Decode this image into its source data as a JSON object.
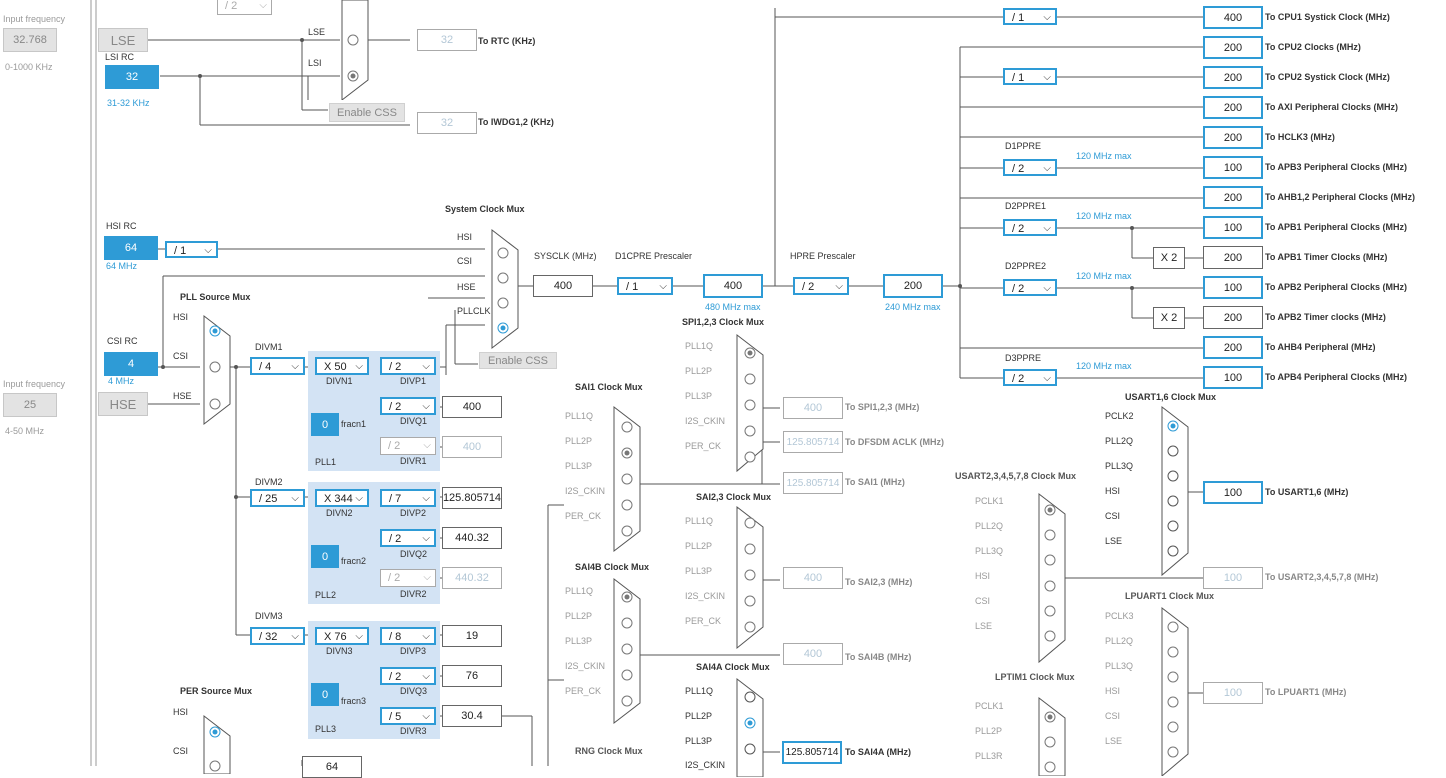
{
  "left_panel": {
    "lse_input_label": "Input frequency",
    "lse_input_value": "32.768",
    "lse_range": "0-1000 KHz",
    "lse_label": "LSE",
    "lsi_rc_label": "LSI RC",
    "lsi_value": "32",
    "lsi_range": "31-32 KHz",
    "hsi_rc_label": "HSI RC",
    "hsi_value": "64",
    "hsi_range": "64 MHz",
    "hsi_div": "/ 1",
    "csi_rc_label": "CSI RC",
    "csi_value": "4",
    "csi_range": "4 MHz",
    "hse_input_label": "Input frequency",
    "hse_input_value": "25",
    "hse_range": "4-50 MHz",
    "hse_label": "HSE",
    "top_div": "/ 2"
  },
  "rtc": {
    "lse_line": "LSE",
    "lsi_line": "LSI",
    "enable_css": "Enable CSS",
    "rtc_value": "32",
    "rtc_dest": "To RTC (KHz)",
    "iwdg_value": "32",
    "iwdg_dest": "To IWDG1,2 (KHz)"
  },
  "sysmux": {
    "title": "System Clock Mux",
    "inputs": [
      "HSI",
      "CSI",
      "HSE",
      "PLLCLK"
    ],
    "enable_css": "Enable CSS",
    "sysclk_label": "SYSCLK (MHz)",
    "sysclk_value": "400",
    "d1cpre_label": "D1CPRE Prescaler",
    "d1cpre_value": "/ 1",
    "cpu_value": "400",
    "cpu_max": "480 MHz max",
    "hpre_label": "HPRE Prescaler",
    "hpre_value": "/ 2",
    "hclk_value": "200",
    "hclk_max": "240 MHz max"
  },
  "pll_source": {
    "title": "PLL Source Mux",
    "inputs": [
      "HSI",
      "CSI",
      "HSE"
    ]
  },
  "plls": [
    {
      "divm_label": "DIVM1",
      "divm": "/ 4",
      "divn": "X 50",
      "divn_label": "DIVN1",
      "divp": "/ 2",
      "divp_label": "DIVP1",
      "divq": "/ 2",
      "divq_label": "DIVQ1",
      "divq_out": "400",
      "divr": "/ 2",
      "divr_label": "DIVR1",
      "divr_out": "400",
      "fracn": "0",
      "fracn_label": "fracn1",
      "name": "PLL1"
    },
    {
      "divm_label": "DIVM2",
      "divm": "/ 25",
      "divn": "X 344",
      "divn_label": "DIVN2",
      "divp": "/ 7",
      "divp_label": "DIVP2",
      "divp_out": "125.805714",
      "divq": "/ 2",
      "divq_label": "DIVQ2",
      "divq_out": "440.32",
      "divr": "/ 2",
      "divr_label": "DIVR2",
      "divr_out": "440.32",
      "fracn": "0",
      "fracn_label": "fracn2",
      "name": "PLL2"
    },
    {
      "divm_label": "DIVM3",
      "divm": "/ 32",
      "divn": "X 76",
      "divn_label": "DIVN3",
      "divp": "/ 8",
      "divp_label": "DIVP3",
      "divp_out": "19",
      "divq": "/ 2",
      "divq_label": "DIVQ3",
      "divq_out": "76",
      "divr": "/ 5",
      "divr_label": "DIVR3",
      "divr_out": "30.4",
      "fracn": "0",
      "fracn_label": "fracn3",
      "name": "PLL3"
    }
  ],
  "per_source": {
    "title": "PER Source Mux",
    "inputs": [
      "HSI",
      "CSI"
    ],
    "value": "64"
  },
  "domain_outputs": [
    {
      "div": "/ 1",
      "value": "400",
      "dest": "To CPU1 Systick Clock (MHz)"
    },
    {
      "value": "200",
      "dest": "To CPU2 Clocks (MHz)"
    },
    {
      "div": "/ 1",
      "value": "200",
      "dest": "To CPU2 Systick Clock (MHz)"
    },
    {
      "value": "200",
      "dest": "To AXI Peripheral Clocks (MHz)"
    },
    {
      "value": "200",
      "dest": "To HCLK3 (MHz)"
    },
    {
      "pre_label": "D1PPRE",
      "div": "/ 2",
      "max": "120 MHz max",
      "value": "100",
      "dest": "To APB3 Peripheral Clocks (MHz)"
    },
    {
      "value": "200",
      "dest": "To AHB1,2 Peripheral Clocks (MHz)"
    },
    {
      "pre_label": "D2PPRE1",
      "div": "/ 2",
      "max": "120 MHz max",
      "value": "100",
      "dest": "To APB1 Peripheral Clocks (MHz)"
    },
    {
      "mult": "X 2",
      "value": "200",
      "dest": "To APB1 Timer Clocks (MHz)"
    },
    {
      "pre_label": "D2PPRE2",
      "div": "/ 2",
      "max": "120 MHz max",
      "value": "100",
      "dest": "To APB2 Peripheral Clocks (MHz)"
    },
    {
      "mult": "X 2",
      "value": "200",
      "dest": "To APB2 Timer clocks (MHz)"
    },
    {
      "value": "200",
      "dest": "To AHB4 Peripheral (MHz)"
    },
    {
      "pre_label": "D3PPRE",
      "div": "/ 2",
      "max": "120 MHz max",
      "value": "100",
      "dest": "To APB4 Peripheral Clocks (MHz)"
    }
  ],
  "spi123": {
    "title": "SPI1,2,3 Clock Mux",
    "inputs": [
      "PLL1Q",
      "PLL2P",
      "PLL3P",
      "I2S_CKIN",
      "PER_CK"
    ],
    "value": "400",
    "dest": "To SPI1,2,3 (MHz)",
    "dfsdm_value": "125.805714",
    "dfsdm_dest": "To DFSDM ACLK (MHz)"
  },
  "sai1": {
    "title": "SAI1 Clock Mux",
    "inputs": [
      "PLL1Q",
      "PLL2P",
      "PLL3P",
      "I2S_CKIN",
      "PER_CK"
    ],
    "value": "125.805714",
    "dest": "To SAI1 (MHz)"
  },
  "sai23": {
    "title": "SAI2,3 Clock Mux",
    "inputs": [
      "PLL1Q",
      "PLL2P",
      "PLL3P",
      "I2S_CKIN",
      "PER_CK"
    ],
    "value": "400",
    "dest": "To SAI2,3 (MHz)"
  },
  "sai4b": {
    "title": "SAI4B Clock Mux",
    "inputs": [
      "PLL1Q",
      "PLL2P",
      "PLL3P",
      "I2S_CKIN",
      "PER_CK"
    ],
    "value": "400",
    "dest": "To SAI4B (MHz)"
  },
  "sai4a": {
    "title": "SAI4A Clock Mux",
    "inputs": [
      "PLL1Q",
      "PLL2P",
      "PLL3P",
      "I2S_CKIN"
    ],
    "value": "125.805714",
    "dest": "To SAI4A (MHz)"
  },
  "rng": {
    "title": "RNG Clock Mux"
  },
  "usart16": {
    "title": "USART1,6 Clock Mux",
    "inputs": [
      "PCLK2",
      "PLL2Q",
      "PLL3Q",
      "HSI",
      "CSI",
      "LSE"
    ],
    "value": "100",
    "dest": "To USART1,6 (MHz)"
  },
  "usart2378": {
    "title": "USART2,3,4,5,7,8 Clock Mux",
    "inputs": [
      "PCLK1",
      "PLL2Q",
      "PLL3Q",
      "HSI",
      "CSI",
      "LSE"
    ],
    "value": "100",
    "dest": "To USART2,3,4,5,7,8 (MHz)"
  },
  "lpuart1": {
    "title": "LPUART1 Clock Mux",
    "inputs": [
      "PCLK3",
      "PLL2Q",
      "PLL3Q",
      "HSI",
      "CSI",
      "LSE"
    ],
    "value": "100",
    "dest": "To LPUART1 (MHz)"
  },
  "lptim1": {
    "title": "LPTIM1 Clock Mux",
    "inputs": [
      "PCLK1",
      "PLL2P",
      "PLL3R"
    ]
  }
}
